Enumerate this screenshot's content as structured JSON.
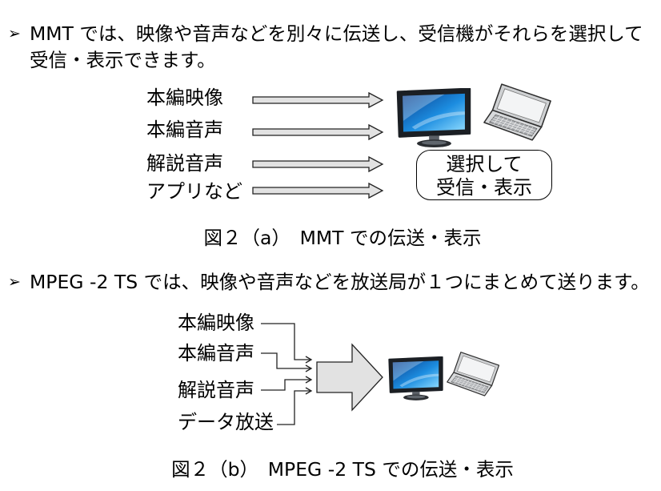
{
  "bullets": [
    {
      "marker": "➢",
      "lines": [
        "MMT では、映像や音声などを別々に伝送し、受信機がそれらを選択して",
        "受信・表示できます。"
      ]
    },
    {
      "marker": "➢",
      "lines": [
        "MPEG -2 TS では、映像や音声などを放送局が１つにまとめて送ります。"
      ]
    }
  ],
  "figure_a": {
    "inputs": [
      "本編映像",
      "本編音声",
      "解説音声",
      "アプリなど"
    ],
    "receiver_box": [
      "選択して",
      "受信・表示"
    ],
    "caption": "図２（a）　MMT での伝送・表示"
  },
  "figure_b": {
    "inputs": [
      "本編映像",
      "本編音声",
      "解説音声",
      "データ放送"
    ],
    "caption": "図２（b）　MPEG -2 TS での伝送・表示"
  },
  "icons": {
    "display": "monitor-icon",
    "pc": "laptop-icon"
  },
  "colors": {
    "text": "#000000",
    "arrow_fill": "#e2e2e2",
    "screen_blue": "#1c8de0"
  }
}
